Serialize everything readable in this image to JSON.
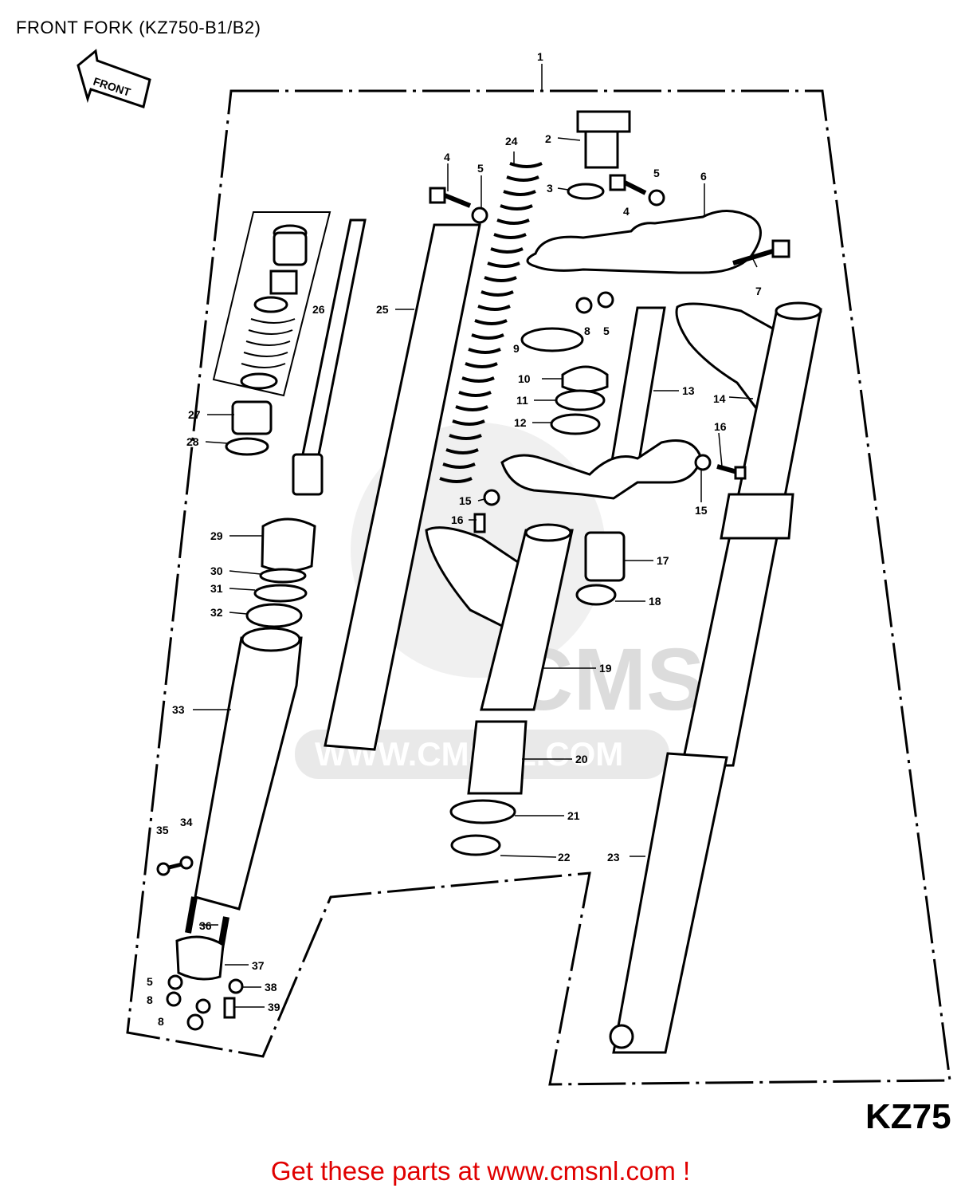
{
  "page": {
    "title": "FRONT FORK (KZ750-B1/B2)",
    "model_badge": "KZ75",
    "footer_link": "Get these parts at www.cmsnl.com !",
    "front_arrow_label": "FRONT",
    "watermark_url": "WWW.CMSNL.COM",
    "watermark_brand": "CMS",
    "footer_color": "#e00000"
  },
  "callouts": [
    {
      "num": "1"
    },
    {
      "num": "2"
    },
    {
      "num": "3"
    },
    {
      "num": "4"
    },
    {
      "num": "5"
    },
    {
      "num": "4"
    },
    {
      "num": "5"
    },
    {
      "num": "6"
    },
    {
      "num": "7"
    },
    {
      "num": "8"
    },
    {
      "num": "5"
    },
    {
      "num": "9"
    },
    {
      "num": "10"
    },
    {
      "num": "11"
    },
    {
      "num": "12"
    },
    {
      "num": "13"
    },
    {
      "num": "14"
    },
    {
      "num": "16"
    },
    {
      "num": "15"
    },
    {
      "num": "15"
    },
    {
      "num": "16"
    },
    {
      "num": "17"
    },
    {
      "num": "18"
    },
    {
      "num": "19"
    },
    {
      "num": "20"
    },
    {
      "num": "21"
    },
    {
      "num": "22"
    },
    {
      "num": "23"
    },
    {
      "num": "24"
    },
    {
      "num": "25"
    },
    {
      "num": "26"
    },
    {
      "num": "27"
    },
    {
      "num": "28"
    },
    {
      "num": "29"
    },
    {
      "num": "30"
    },
    {
      "num": "31"
    },
    {
      "num": "32"
    },
    {
      "num": "33"
    },
    {
      "num": "35"
    },
    {
      "num": "34"
    },
    {
      "num": "36"
    },
    {
      "num": "37"
    },
    {
      "num": "5"
    },
    {
      "num": "38"
    },
    {
      "num": "8"
    },
    {
      "num": "39"
    },
    {
      "num": "8"
    }
  ]
}
